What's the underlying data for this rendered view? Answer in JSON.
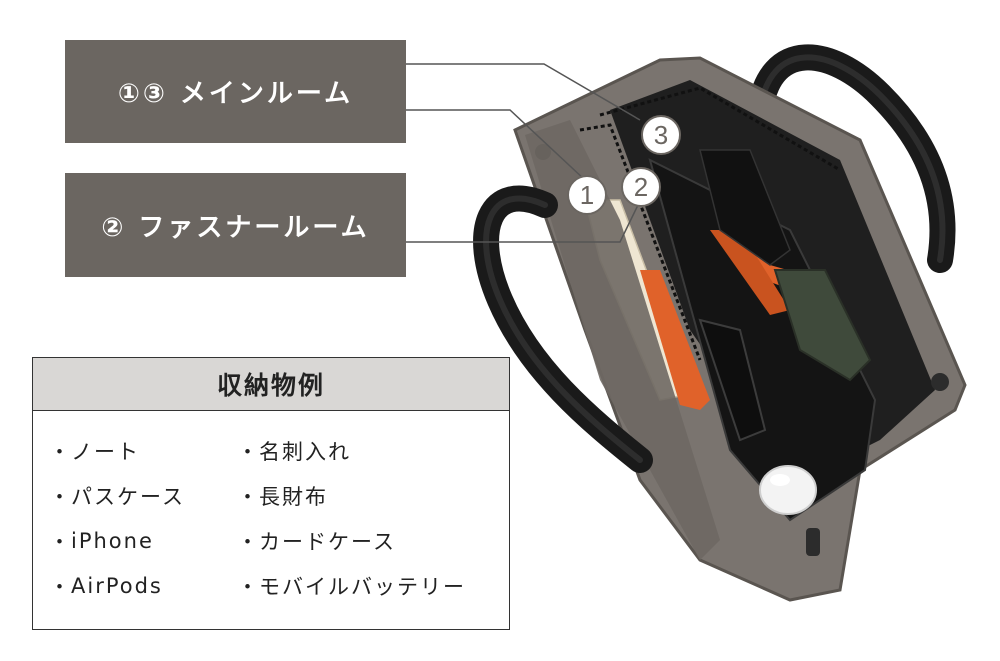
{
  "labels": {
    "main_room": "①③ メインルーム",
    "zipper_room": "② ファスナールーム"
  },
  "badges": {
    "one": "1",
    "two": "2",
    "three": "3"
  },
  "storage": {
    "title": "収納物例",
    "bullet": "・",
    "items": [
      "ノート",
      "名刺入れ",
      "パスケース",
      "長財布",
      "iPhone",
      "カードケース",
      "AirPods",
      "モバイルバッテリー"
    ]
  },
  "colors": {
    "label_bg": "#6b6661",
    "header_bg": "#d9d7d5",
    "leather_black": "#1a1a1a",
    "suede_gray": "#7a746f",
    "accent_orange": "#e0622a"
  }
}
